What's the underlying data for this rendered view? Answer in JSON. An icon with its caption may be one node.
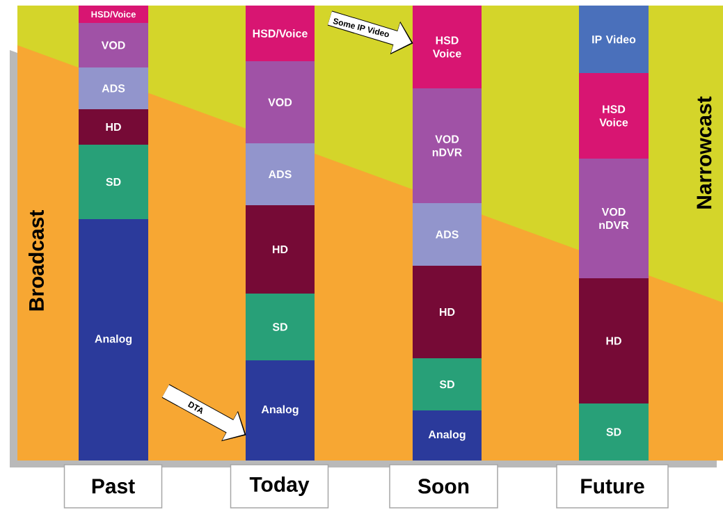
{
  "diagram": {
    "nodes": [
      {
        "text": [
          "HSD/Voice"
        ]
      },
      {
        "text": [
          "VOD"
        ]
      },
      {
        "text": [
          "ADS"
        ]
      },
      {
        "text": [
          "HD"
        ]
      },
      {
        "text": [
          "SD"
        ]
      },
      {
        "text": [
          "Analog"
        ]
      },
      {
        "text": [
          "HSD/Voice"
        ]
      },
      {
        "text": [
          "VOD"
        ]
      },
      {
        "text": [
          "ADS"
        ]
      },
      {
        "text": [
          "HD"
        ]
      },
      {
        "text": [
          "SD"
        ]
      },
      {
        "text": [
          "Analog"
        ]
      },
      {
        "text": [
          "HSD Voice"
        ]
      },
      {
        "text": [
          "VOD nDVR"
        ]
      },
      {
        "text": [
          "ADS"
        ]
      },
      {
        "text": [
          "HD"
        ]
      },
      {
        "text": [
          "SD"
        ]
      },
      {
        "text": [
          "Analog"
        ]
      },
      {
        "text": [
          "IP Video"
        ]
      },
      {
        "text": [
          "HSD Voice"
        ]
      },
      {
        "text": [
          "VOD nDVR"
        ]
      },
      {
        "text": [
          "HD"
        ]
      },
      {
        "text": [
          "SD"
        ]
      },
      {
        "text": [
          "Past"
        ]
      },
      {
        "text": [
          "Today"
        ]
      },
      {
        "text": [
          "Soon"
        ]
      },
      {
        "text": [
          "Future"
        ]
      }
    ],
    "edges": [
      {
        "from": null,
        "to": 12,
        "arrow": "to",
        "label": "Some IP Video"
      },
      {
        "from": null,
        "to": 11,
        "arrow": "to",
        "label": "DTA"
      }
    ],
    "labels": [
      "Broadcast",
      "Narrowcast"
    ]
  }
}
